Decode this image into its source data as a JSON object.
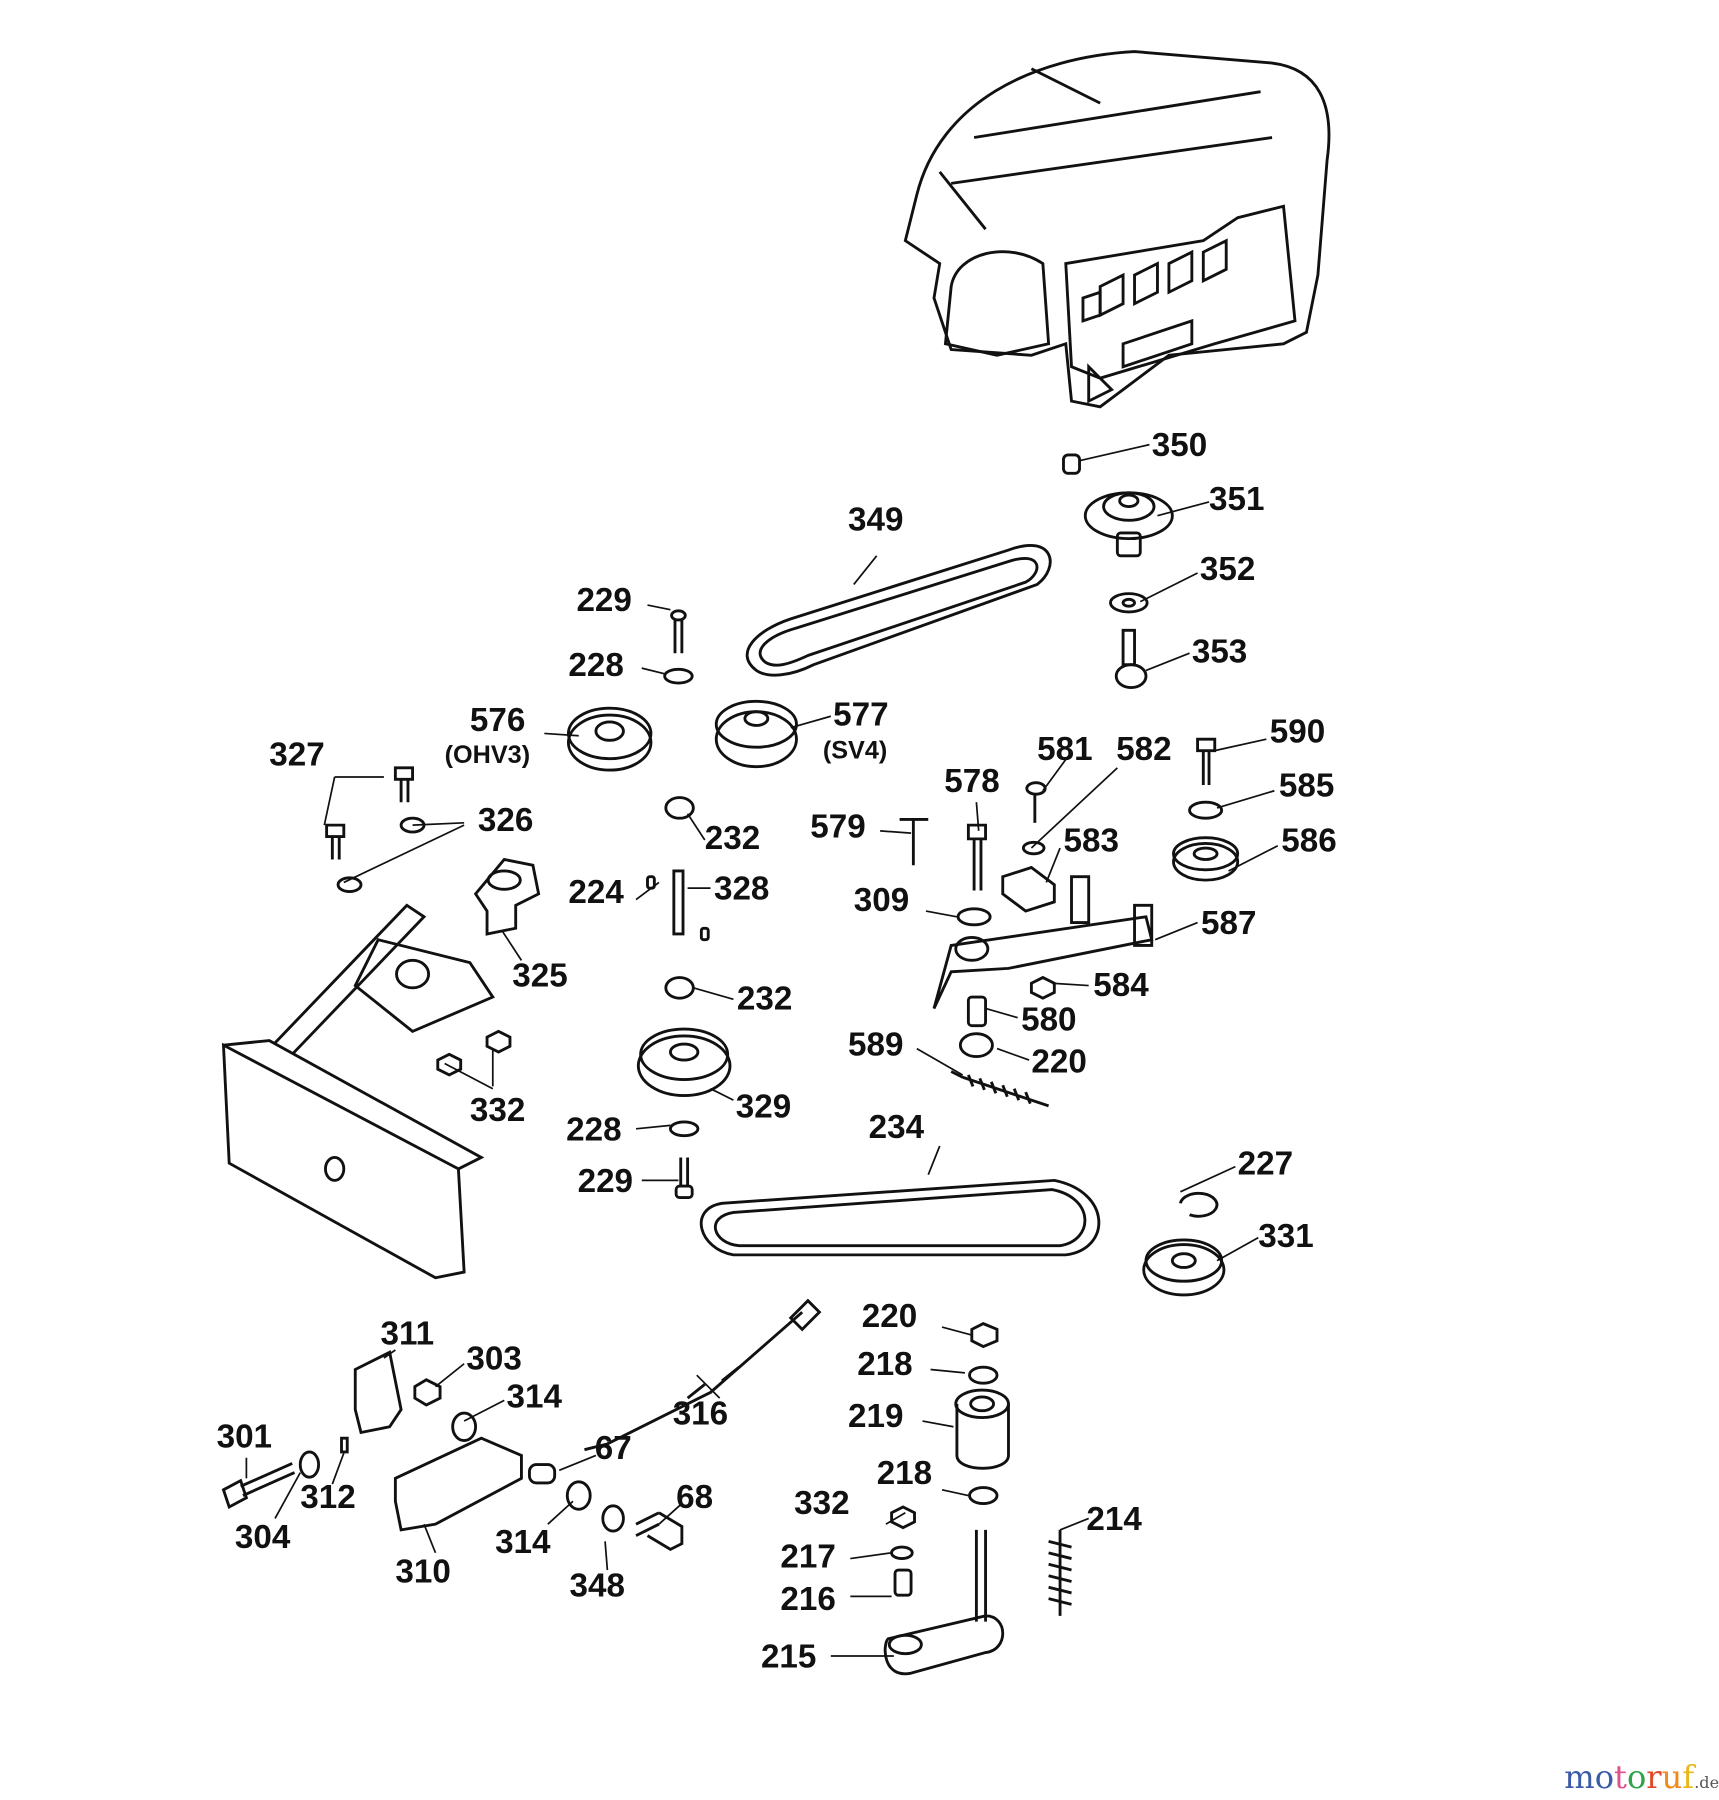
{
  "diagram": {
    "labels": {
      "p350": "350",
      "p351": "351",
      "p349": "349",
      "p352": "352",
      "p229a": "229",
      "p353": "353",
      "p228a": "228",
      "p576": "576",
      "ohv3": "(OHV3)",
      "p577": "577",
      "sv4": "(SV4)",
      "p590": "590",
      "p581": "581",
      "p582": "582",
      "p327": "327",
      "p585": "585",
      "p578": "578",
      "p326": "326",
      "p579": "579",
      "p232a": "232",
      "p583": "583",
      "p586": "586",
      "p224": "224",
      "p328": "328",
      "p309": "309",
      "p587": "587",
      "p325": "325",
      "p584": "584",
      "p232b": "232",
      "p580": "580",
      "p589": "589",
      "p220a": "220",
      "p329": "329",
      "p332a": "332",
      "p234": "234",
      "p228b": "228",
      "p227": "227",
      "p229b": "229",
      "p331": "331",
      "p220b": "220",
      "p311": "311",
      "p303": "303",
      "p218a": "218",
      "p314a": "314",
      "p316": "316",
      "p219": "219",
      "p301": "301",
      "p67": "67",
      "p218b": "218",
      "p312": "312",
      "p68": "68",
      "p332b": "332",
      "p214": "214",
      "p304": "304",
      "p314b": "314",
      "p217": "217",
      "p310": "310",
      "p348": "348",
      "p216": "216",
      "p215": "215"
    }
  },
  "watermark": {
    "text": [
      "m",
      "o",
      "t",
      "o",
      "r",
      "u",
      "f"
    ],
    "suffix": ".de",
    "colors": [
      "#3b5ba8",
      "#3b5ba8",
      "#e0508a",
      "#2ea34a",
      "#e04a2a",
      "#f08a1a",
      "#e8b81a"
    ]
  }
}
